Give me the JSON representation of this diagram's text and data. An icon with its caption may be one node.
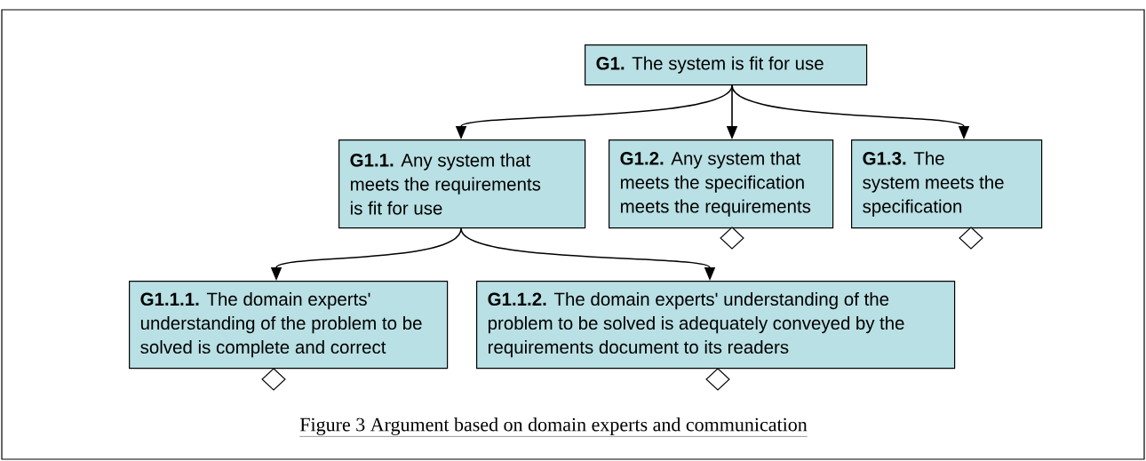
{
  "diagram": {
    "caption": "Figure 3 Argument based on domain experts and communication",
    "nodes": [
      {
        "text": [
          "**G1.** The system is fit for use"
        ]
      },
      {
        "text": [
          "**G1.1.** Any system that meets the requirements is fit for use"
        ]
      },
      {
        "text": [
          "**G1.2.** Any system that meets the specification meets the requirements"
        ]
      },
      {
        "text": [
          "**G1.3.** The system meets the specification"
        ]
      },
      {
        "text": [
          "**G1.1.1.** The domain experts' understanding of the problem to be solved is complete and correct"
        ]
      },
      {
        "text": [
          "**G1.1.2.** The domain experts' understanding of the problem to be solved is adequately conveyed by the requirements document to its readers"
        ]
      }
    ],
    "edges": [
      {
        "from": 0,
        "to": 1,
        "arrow": "to"
      },
      {
        "from": 0,
        "to": 2,
        "arrow": "to"
      },
      {
        "from": 0,
        "to": 3,
        "arrow": "to"
      },
      {
        "from": 1,
        "to": 4,
        "arrow": "to"
      },
      {
        "from": 1,
        "to": 5,
        "arrow": "to"
      }
    ]
  }
}
